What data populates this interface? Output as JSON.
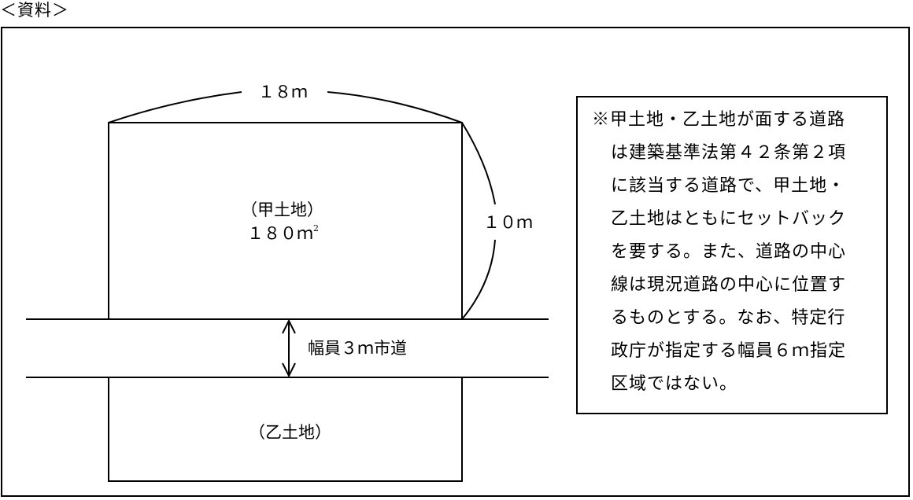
{
  "header": {
    "title": "＜資料＞"
  },
  "diagram": {
    "lot_a": {
      "name": "（甲土地）",
      "area_value": "１８０ｍ",
      "area_unit_sup": "2"
    },
    "lot_b": {
      "name": "（乙土地）"
    },
    "dimensions": {
      "width": "１８ｍ",
      "depth": "１０ｍ"
    },
    "road": {
      "label": "幅員３ｍ市道"
    }
  },
  "note": {
    "lines": [
      "※甲土地・乙土地が面する道路",
      "は建築基準法第４２条第２項",
      "に該当する道路で、甲土地・",
      "乙土地はともにセットバック",
      "を要する。また、道路の中心",
      "線は現況道路の中心に位置す",
      "るものとする。なお、特定行",
      "政庁が指定する幅員６ｍ指定",
      "区域ではない。"
    ]
  }
}
